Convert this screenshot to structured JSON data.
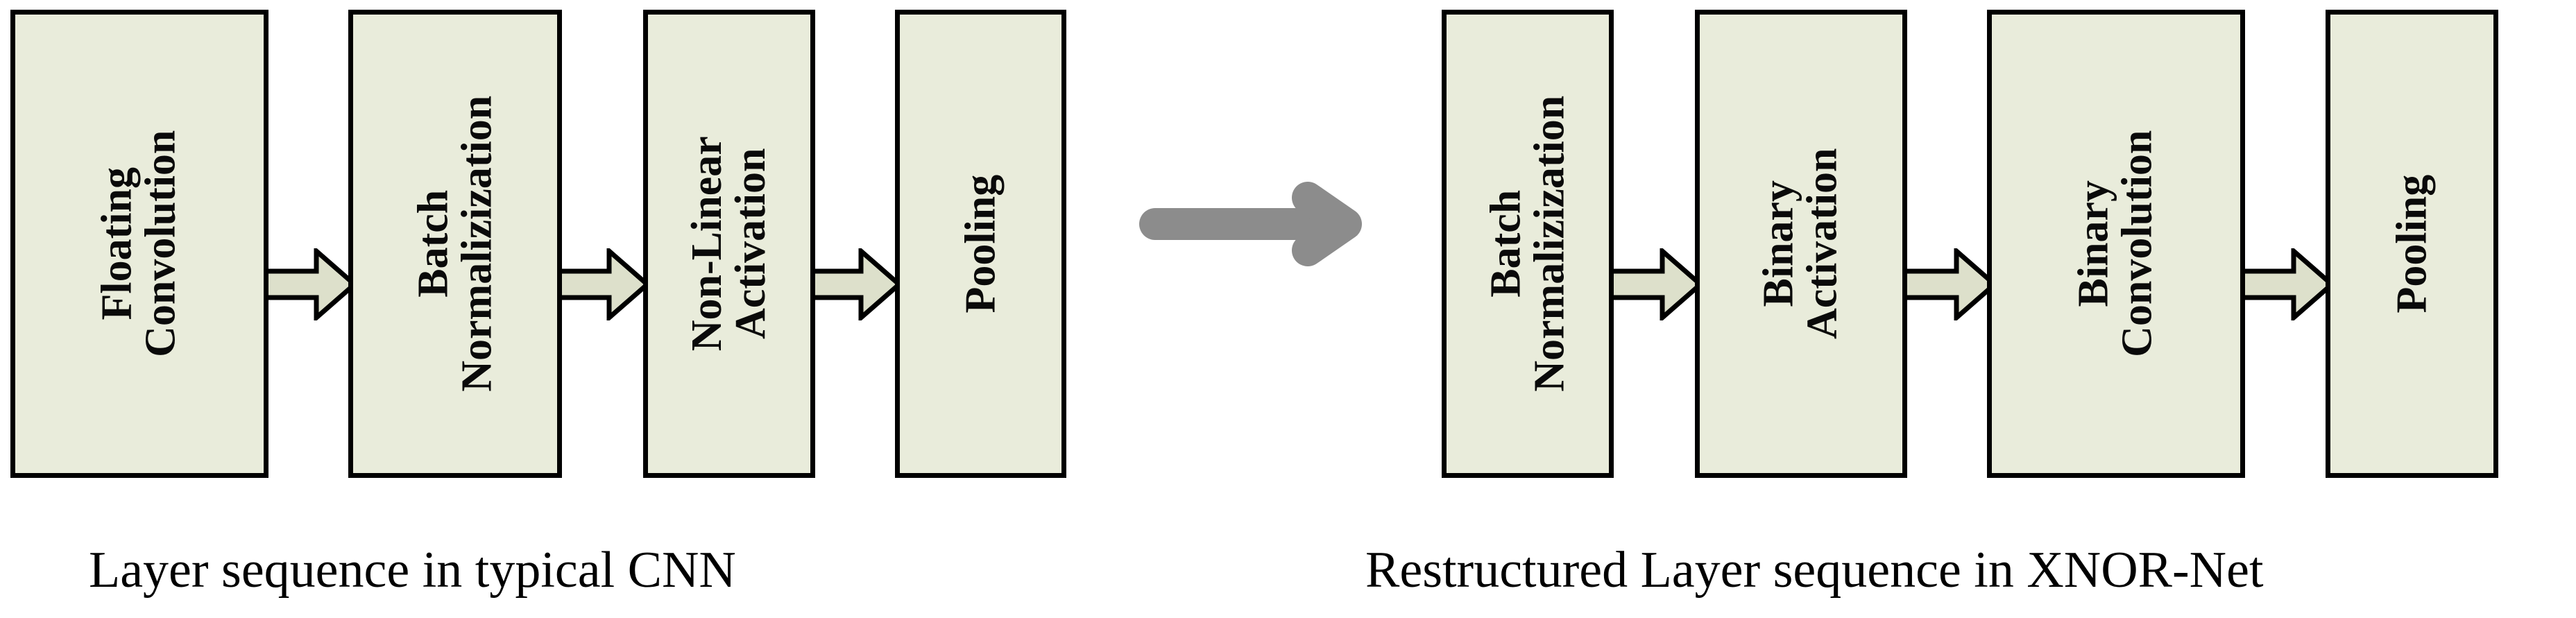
{
  "figure": {
    "type": "diagram",
    "kind": "block-flow",
    "background_color": "#ffffff",
    "box_fill_color": "#e9ecdb",
    "box_border_color": "#000000",
    "small_arrow_fill_color": "#dde0cb",
    "small_arrow_border_color": "#000000",
    "big_arrow_color": "#8c8c8c",
    "text_color": "#000000"
  },
  "groups": [
    {
      "id": "typical-cnn",
      "caption": "Layer sequence in typical CNN",
      "boxes": [
        {
          "id": "floating-convolution",
          "line1": "Floating",
          "line2": "Convolution"
        },
        {
          "id": "batch-normalization",
          "line1": "Batch",
          "line2": "Normalizization"
        },
        {
          "id": "non-linear-activation",
          "line1": "Non-Linear",
          "line2": "Activation"
        },
        {
          "id": "pooling",
          "line1": "Pooling",
          "line2": ""
        }
      ]
    },
    {
      "id": "xnor-net",
      "caption": "Restructured Layer sequence in XNOR-Net",
      "boxes": [
        {
          "id": "batch-normalization-2",
          "line1": "Batch",
          "line2": "Normalizization"
        },
        {
          "id": "binary-activation",
          "line1": "Binary",
          "line2": "Activation"
        },
        {
          "id": "binary-convolution",
          "line1": "Binary",
          "line2": "Convolution"
        },
        {
          "id": "pooling-2",
          "line1": "Pooling",
          "line2": ""
        }
      ]
    }
  ],
  "transition": {
    "id": "restructure-arrow",
    "icon": "right-arrow-icon",
    "direction": "right",
    "color": "#8c8c8c"
  },
  "connectors": [
    {
      "id": "conn-1",
      "icon": "block-arrow-right-icon",
      "from": "floating-convolution",
      "to": "batch-normalization"
    },
    {
      "id": "conn-2",
      "icon": "block-arrow-right-icon",
      "from": "batch-normalization",
      "to": "non-linear-activation"
    },
    {
      "id": "conn-3",
      "icon": "block-arrow-right-icon",
      "from": "non-linear-activation",
      "to": "pooling"
    },
    {
      "id": "conn-4",
      "icon": "block-arrow-right-icon",
      "from": "batch-normalization-2",
      "to": "binary-activation"
    },
    {
      "id": "conn-5",
      "icon": "block-arrow-right-icon",
      "from": "binary-activation",
      "to": "binary-convolution"
    },
    {
      "id": "conn-6",
      "icon": "block-arrow-right-icon",
      "from": "binary-convolution",
      "to": "pooling-2"
    }
  ]
}
